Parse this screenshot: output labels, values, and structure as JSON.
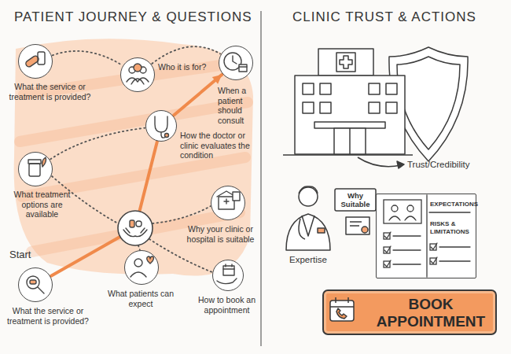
{
  "diagram": {
    "nodes": [
      {
        "text": [
          "What the service or treatment is provided?"
        ]
      },
      {
        "text": [
          "Who it is for?"
        ]
      },
      {
        "text": [
          "When a patient should consult"
        ]
      },
      {
        "text": [
          "What treatment options are available"
        ]
      },
      {
        "text": [
          "How the doctor or clinic evaluates the condition"
        ]
      },
      {
        "text": [
          "Why your clinic or hospital is suitable"
        ]
      },
      {
        "text": [
          "What the service or treatment is provided?"
        ]
      },
      {
        "text": [
          "What patients can expect"
        ]
      },
      {
        "text": [
          "How to book an appointment"
        ]
      },
      {
        "text": [
          "EXPECTATIONS",
          "RISKS & LIMITATIONS"
        ]
      },
      {
        "text": [
          "BOOK APPOINTMENT"
        ]
      }
    ],
    "edges": [
      {
        "from": 0,
        "to": 1,
        "arrow": "none"
      },
      {
        "from": 1,
        "to": 2,
        "arrow": "none"
      },
      {
        "from": 3,
        "to": 4,
        "arrow": "none"
      },
      {
        "from": 6,
        "to": 4,
        "arrow": "none"
      },
      {
        "from": 4,
        "to": 2,
        "arrow": "to"
      }
    ],
    "labels": [
      "PATIENT JOURNEY & QUESTIONS",
      "CLINIC TRUST & ACTIONS",
      "Start",
      "Trust/Credibility",
      "Why Suitable",
      "Expertise"
    ]
  }
}
